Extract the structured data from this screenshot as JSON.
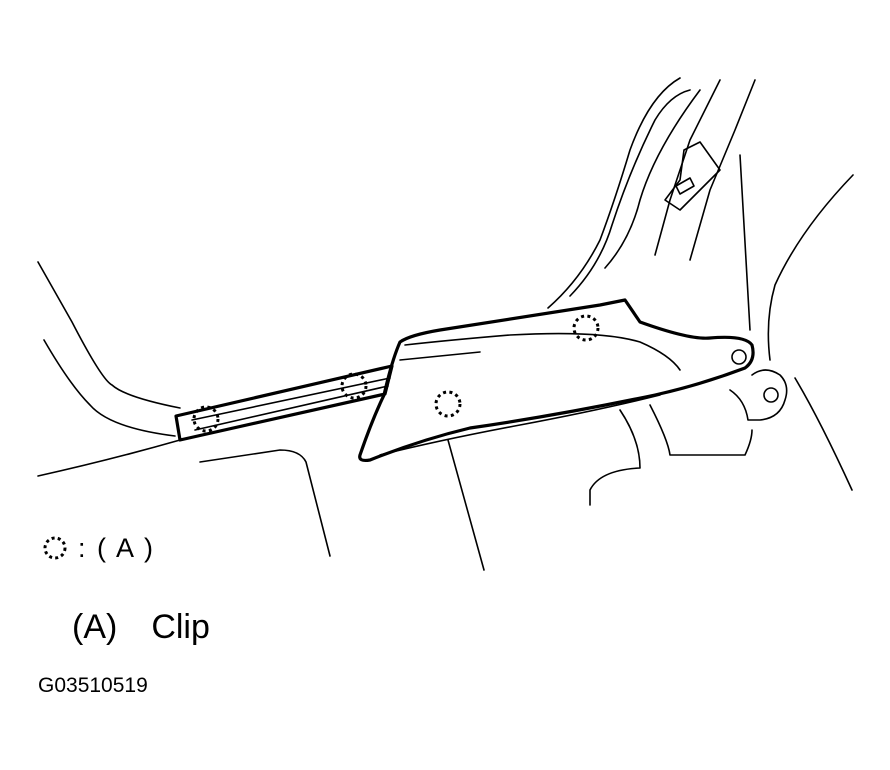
{
  "legend": {
    "symbol": "dashed-circle-clip-icon",
    "text": ": ( A )"
  },
  "key": {
    "letter": "(A)",
    "name": "Clip"
  },
  "figure_id": "G03510519"
}
